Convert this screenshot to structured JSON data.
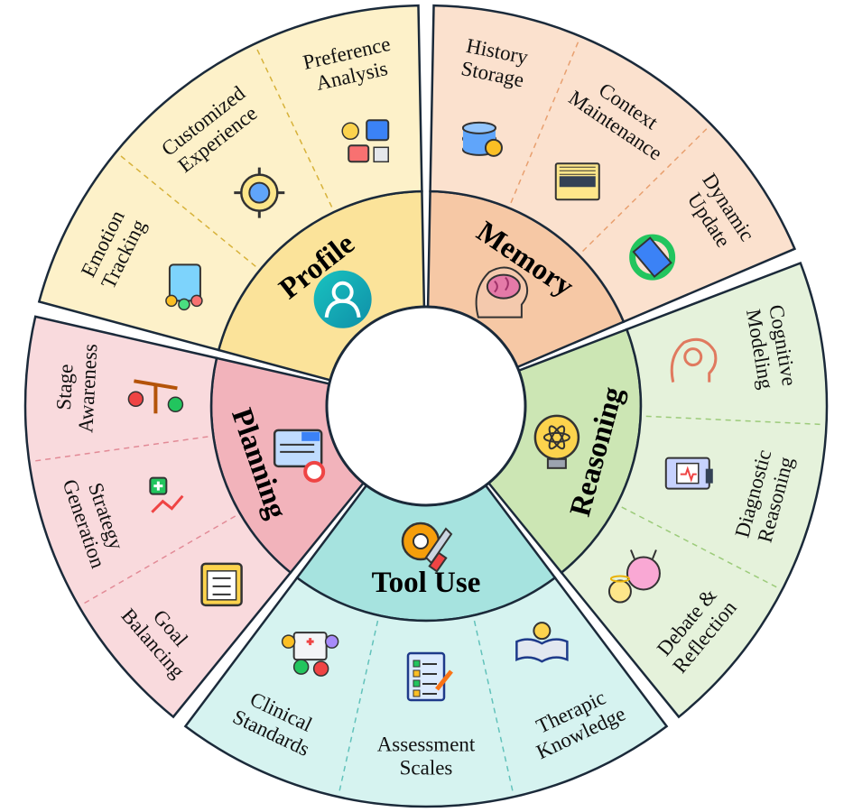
{
  "center": {
    "fill": "#ffffff"
  },
  "sections": [
    {
      "id": "profile",
      "title": "Profile",
      "inner_color": "#fbe39a",
      "outer_color": "#fdf1c9",
      "divider_color": "#d7b23a",
      "icon": "user-circle-icon",
      "subs": [
        {
          "lines": [
            "Emotion",
            "Tracking"
          ],
          "icon": "emotion-tablet-icon"
        },
        {
          "lines": [
            "Customized",
            "Experience"
          ],
          "icon": "target-user-icon"
        },
        {
          "lines": [
            "Preference",
            "Analysis"
          ],
          "icon": "like-chat-icon"
        }
      ]
    },
    {
      "id": "memory",
      "title": "Memory",
      "inner_color": "#f6c8a5",
      "outer_color": "#fbe1ce",
      "divider_color": "#e8a070",
      "icon": "brain-head-icon",
      "subs": [
        {
          "lines": [
            "History",
            "Storage"
          ],
          "icon": "database-icon"
        },
        {
          "lines": [
            "Context",
            "Maintenance"
          ],
          "icon": "context-doc-icon"
        },
        {
          "lines": [
            "Dynamic",
            "Update"
          ],
          "icon": "update-cycle-icon"
        }
      ]
    },
    {
      "id": "reasoning",
      "title": "Reasoning",
      "inner_color": "#cce6b4",
      "outer_color": "#e5f2db",
      "divider_color": "#9ccb7a",
      "icon": "lightbulb-atom-icon",
      "subs": [
        {
          "lines": [
            "Cognitive",
            "Modeling"
          ],
          "icon": "head-gears-icon"
        },
        {
          "lines": [
            "Diagnostic",
            "Reasoning"
          ],
          "icon": "diagnosis-screen-icon"
        },
        {
          "lines": [
            "Debate &",
            "Reflection"
          ],
          "icon": "devil-angel-icon"
        }
      ]
    },
    {
      "id": "tool-use",
      "title": "Tool Use",
      "inner_color": "#a6e3df",
      "outer_color": "#d6f3f0",
      "divider_color": "#62c2bb",
      "icon": "gear-wrench-icon",
      "subs": [
        {
          "lines": [
            "Therapic",
            "Knowledge"
          ],
          "icon": "open-book-icon"
        },
        {
          "lines": [
            "Assessment",
            "Scales"
          ],
          "icon": "checklist-clipboard-icon"
        },
        {
          "lines": [
            "Clinical",
            "Standards"
          ],
          "icon": "clinical-team-icon"
        }
      ]
    },
    {
      "id": "planning",
      "title": "Planning",
      "inner_color": "#f2b3bb",
      "outer_color": "#f9dadd",
      "divider_color": "#e28a96",
      "icon": "plan-board-icon",
      "subs": [
        {
          "lines": [
            "Goal",
            "Balancing"
          ],
          "icon": "clipboard-plan-icon"
        },
        {
          "lines": [
            "Strategy",
            "Generation"
          ],
          "icon": "strategy-steps-icon"
        },
        {
          "lines": [
            "Stage",
            "Awareness"
          ],
          "icon": "balance-scale-icon"
        }
      ]
    }
  ]
}
